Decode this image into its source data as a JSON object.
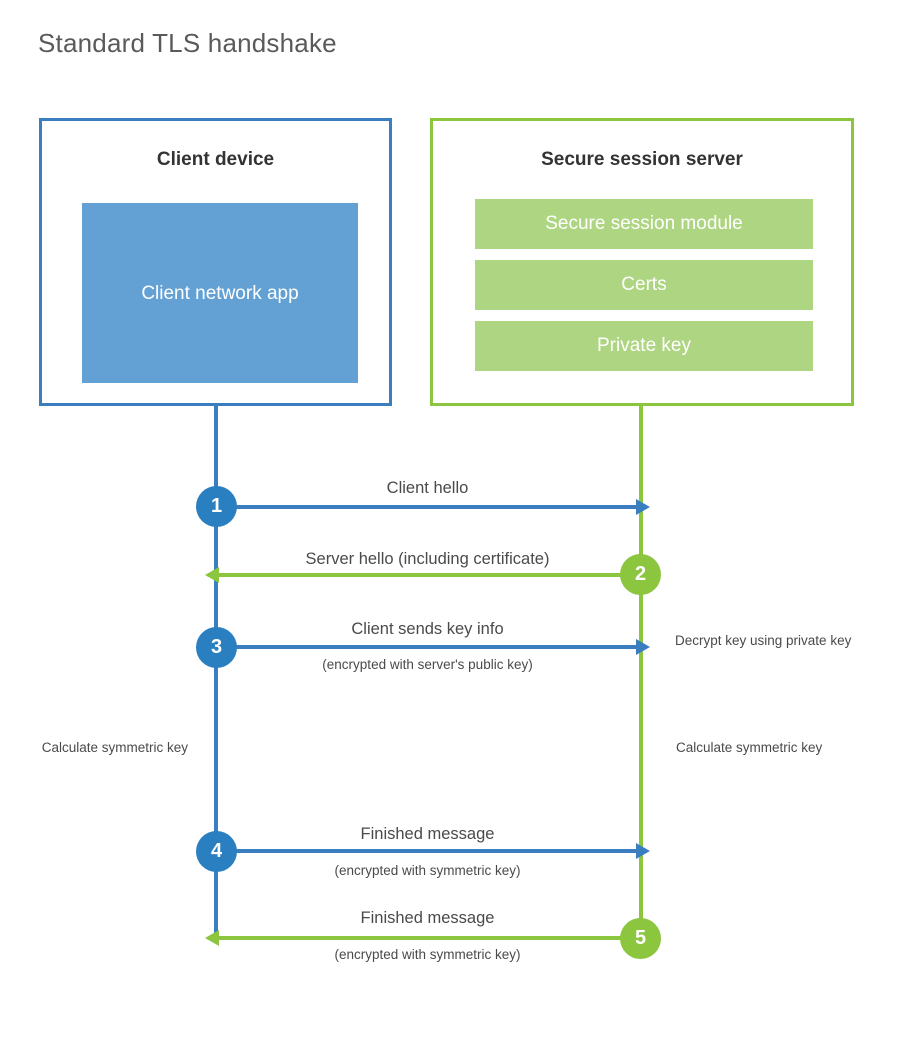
{
  "title": "Standard TLS handshake",
  "participants": {
    "client": {
      "title": "Client device",
      "app_label": "Client network app"
    },
    "server": {
      "title": "Secure session server",
      "modules": [
        {
          "label": "Secure session module"
        },
        {
          "label": "Certs"
        },
        {
          "label": "Private key"
        }
      ]
    }
  },
  "steps": [
    {
      "number": "1",
      "direction": "client-to-server",
      "label": "Client hello",
      "sublabel": ""
    },
    {
      "number": "2",
      "direction": "server-to-client",
      "label": "Server hello (including certificate)",
      "sublabel": ""
    },
    {
      "number": "3",
      "direction": "client-to-server",
      "label": "Client sends key info",
      "sublabel": "(encrypted with server's public key)"
    },
    {
      "number": "4",
      "direction": "client-to-server",
      "label": "Finished message",
      "sublabel": "(encrypted with symmetric key)"
    },
    {
      "number": "5",
      "direction": "server-to-client",
      "label": "Finished message",
      "sublabel": "(encrypted with symmetric key)"
    }
  ],
  "notes": {
    "decrypt_key": "Decrypt key using private key",
    "client_calculate": "Calculate symmetric key",
    "server_calculate": "Calculate symmetric key"
  },
  "colors": {
    "client_accent": "#3b7ebf",
    "client_circle": "#2a7fc0",
    "client_app_fill": "#63a0d4",
    "server_accent": "#8cc63f",
    "server_module_fill": "#aed581",
    "title_text": "#5a5a5a",
    "body_text": "#4a4a4a"
  }
}
